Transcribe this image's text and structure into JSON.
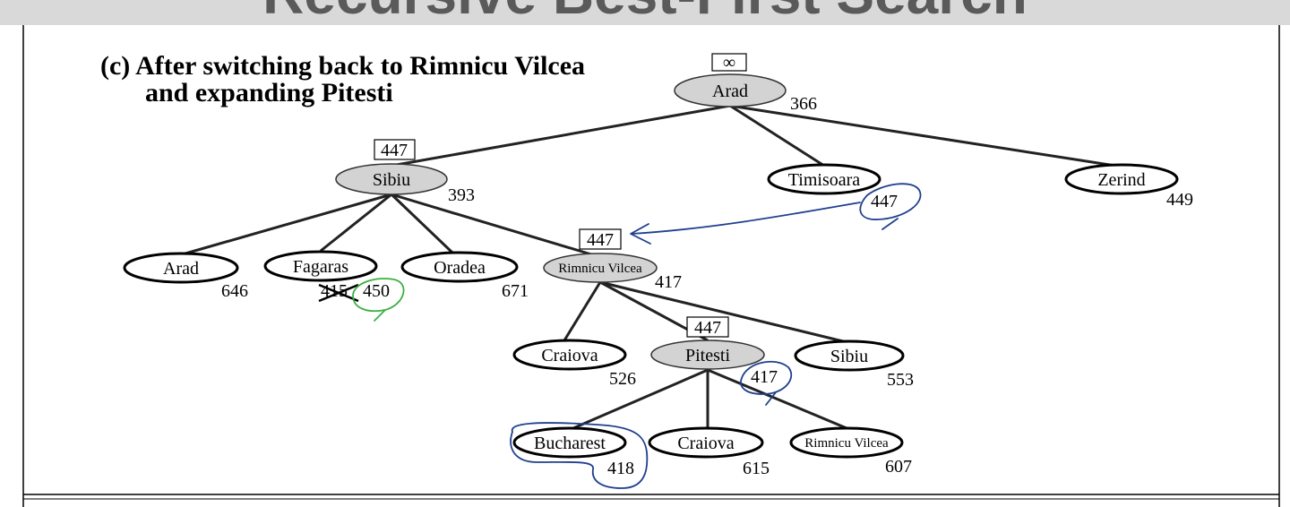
{
  "slide_title": "Recursive Best-First Search",
  "caption": {
    "line1": "(c) After switching back to Rimnicu Vilcea",
    "line2": "and expanding Pitesti"
  },
  "nodes": {
    "arad_root": {
      "label": "Arad",
      "f": "366",
      "limit": "∞"
    },
    "sibiu": {
      "label": "Sibiu",
      "f": "393",
      "limit": "447"
    },
    "timisoara": {
      "label": "Timisoara",
      "f": "447"
    },
    "zerind": {
      "label": "Zerind",
      "f": "449"
    },
    "arad_2": {
      "label": "Arad",
      "f": "646"
    },
    "fagaras": {
      "label": "Fagaras",
      "f_struck": "415",
      "f": "450"
    },
    "oradea": {
      "label": "Oradea",
      "f": "671"
    },
    "rimnicu": {
      "label": "Rimnicu Vilcea",
      "f": "417",
      "limit": "447"
    },
    "craiova_1": {
      "label": "Craiova",
      "f": "526"
    },
    "pitesti": {
      "label": "Pitesti",
      "f": "417",
      "limit": "447"
    },
    "sibiu_2": {
      "label": "Sibiu",
      "f": "553"
    },
    "bucharest": {
      "label": "Bucharest",
      "f": "418"
    },
    "craiova_2": {
      "label": "Craiova",
      "f": "615"
    },
    "rimnicu_2": {
      "label": "Rimnicu Vilcea",
      "f": "607"
    }
  },
  "colors": {
    "expanded_fill": "#d3d3d3",
    "annotation_blue": "#1f3f8f",
    "annotation_green": "#3cb043"
  }
}
